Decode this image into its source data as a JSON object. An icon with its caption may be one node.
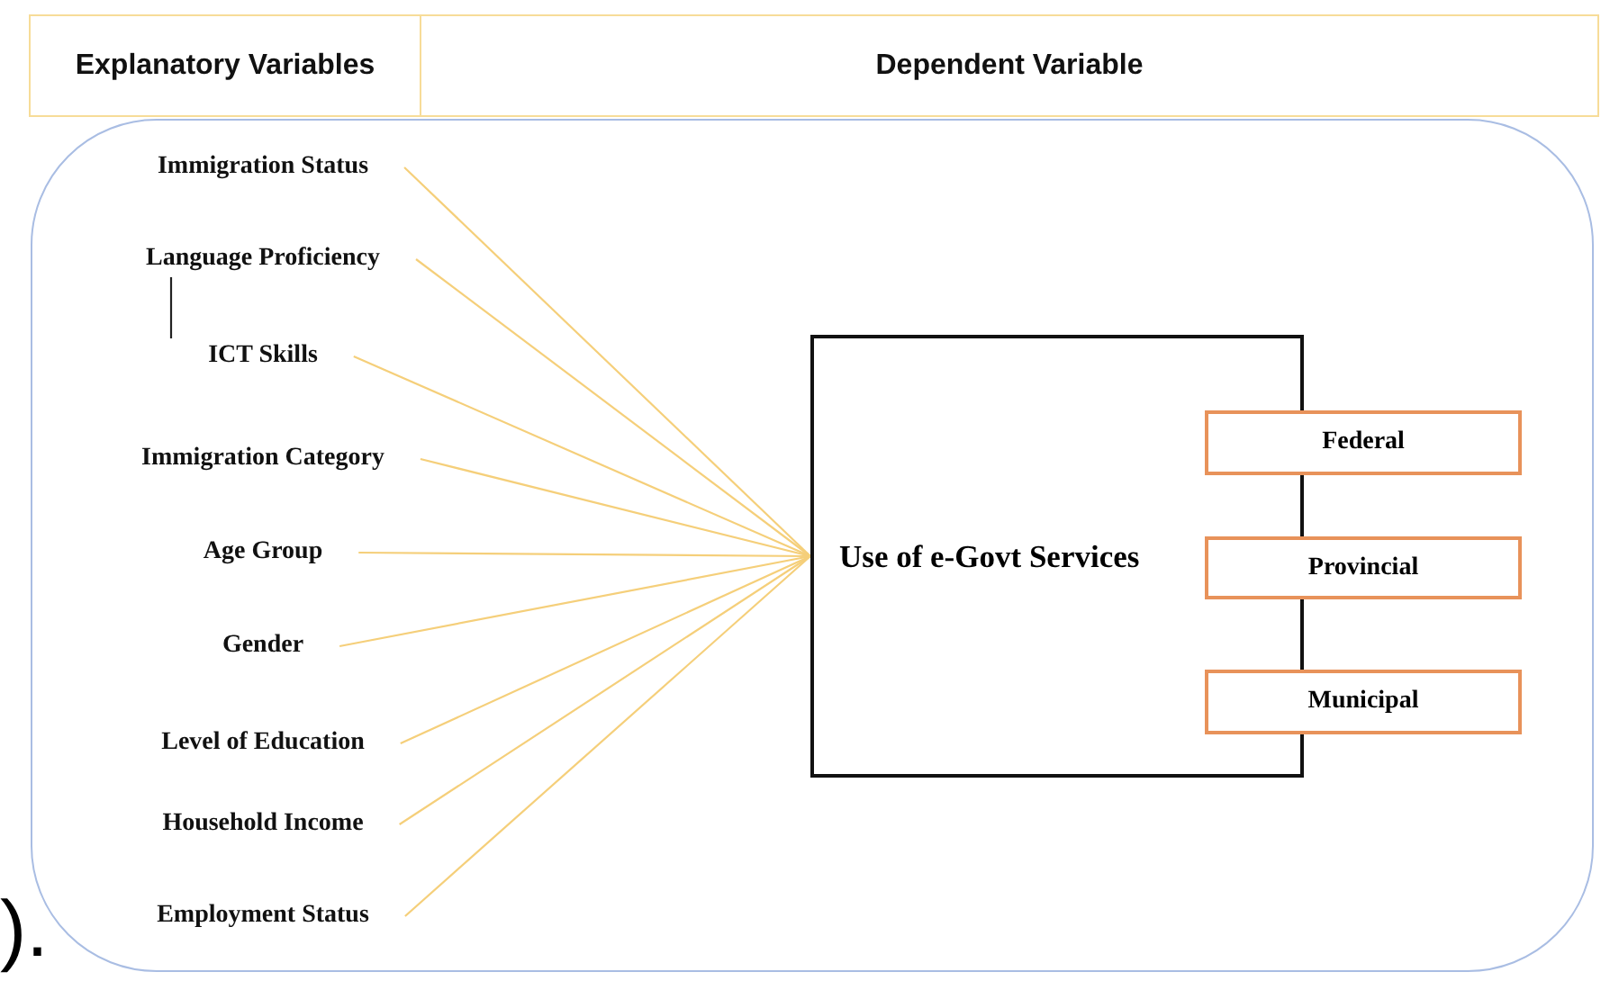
{
  "diagram": {
    "nodes": [
      {
        "text": [
          "Explanatory Variables"
        ]
      },
      {
        "text": [
          "Dependent Variable"
        ]
      },
      {
        "text": [],
        "shape": "box"
      },
      {
        "text": [
          "Immigration Status"
        ],
        "in": 2
      },
      {
        "text": [
          "Language Proficiency"
        ],
        "in": 2
      },
      {
        "text": [
          "ICT Skills"
        ],
        "in": 2
      },
      {
        "text": [
          "Immigration Category"
        ],
        "in": 2
      },
      {
        "text": [
          "Age Group"
        ],
        "in": 2
      },
      {
        "text": [
          "Gender"
        ],
        "in": 2
      },
      {
        "text": [
          "Level of Education"
        ],
        "in": 2
      },
      {
        "text": [
          "Household Income"
        ],
        "in": 2
      },
      {
        "text": [
          "Employment Status"
        ],
        "in": 2
      },
      {
        "text": [
          "Use of e-Govt Services"
        ],
        "in": 2
      },
      {
        "text": [
          "Federal"
        ],
        "in": 2
      },
      {
        "text": [
          "Provincial"
        ],
        "in": 2
      },
      {
        "text": [
          "Municipal"
        ],
        "in": 2
      }
    ],
    "edges": [
      {
        "from": 3,
        "to": 12,
        "arrow": "none"
      },
      {
        "from": 4,
        "to": 12,
        "arrow": "none"
      },
      {
        "from": 5,
        "to": 12,
        "arrow": "none"
      },
      {
        "from": 6,
        "to": 12,
        "arrow": "none"
      },
      {
        "from": 7,
        "to": 12,
        "arrow": "none"
      },
      {
        "from": 8,
        "to": 12,
        "arrow": "none"
      },
      {
        "from": 9,
        "to": 12,
        "arrow": "none"
      },
      {
        "from": 10,
        "to": 12,
        "arrow": "none"
      },
      {
        "from": 11,
        "to": 12,
        "arrow": "none"
      },
      {
        "from": 4,
        "to": 5,
        "arrow": "none",
        "color": "#222222"
      }
    ],
    "labels": [
      ")."
    ]
  }
}
